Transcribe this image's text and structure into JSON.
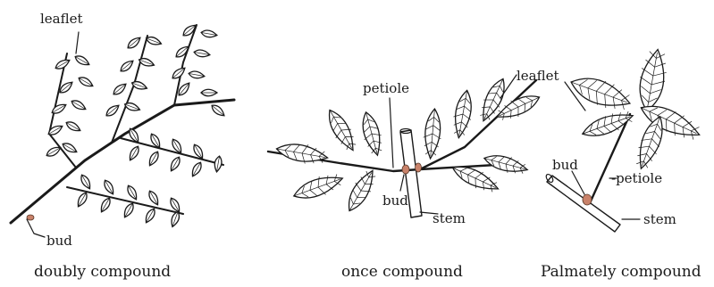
{
  "diagrams": [
    {
      "caption": "doubly compound",
      "labels": {
        "leaflet": "leaflet",
        "bud": "bud"
      }
    },
    {
      "caption": "once compound",
      "labels": {
        "petiole": "petiole",
        "bud": "bud",
        "stem": "stem"
      }
    },
    {
      "caption": "Palmately compound",
      "labels": {
        "leaflet": "leaflet",
        "bud": "bud",
        "petiole": "-petiole",
        "stem": "stem"
      }
    }
  ],
  "colors": {
    "ink": "#1a1a1a",
    "bud": "#c9826a",
    "background": "#ffffff"
  }
}
